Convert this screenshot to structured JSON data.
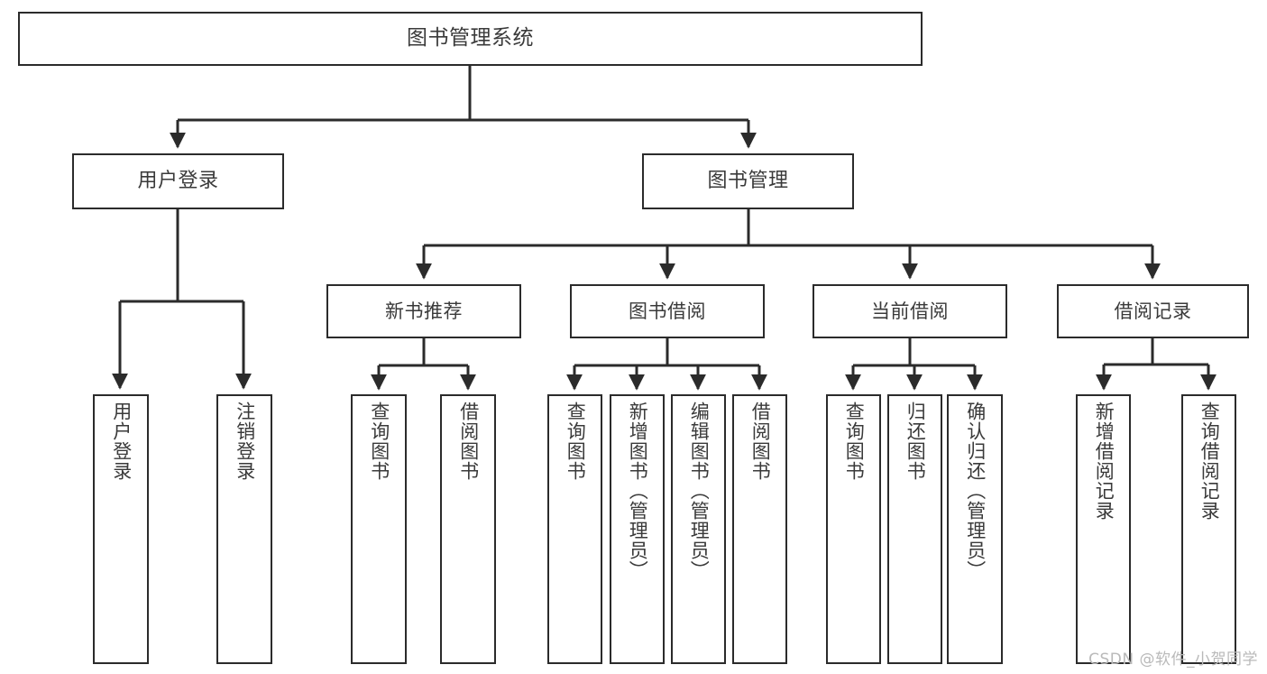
{
  "diagram": {
    "title": "图书管理系统",
    "watermark": "CSDN @软件_小贺同学",
    "stroke_color": "#2b2b2b",
    "text_color": "#3a3a3a",
    "background_color": "#ffffff",
    "root": {
      "label": "图书管理系统"
    },
    "level2": [
      {
        "label": "用户登录"
      },
      {
        "label": "图书管理"
      }
    ],
    "level3": [
      {
        "label": "新书推荐"
      },
      {
        "label": "图书借阅"
      },
      {
        "label": "当前借阅"
      },
      {
        "label": "借阅记录"
      }
    ],
    "leaves": {
      "user_login": [
        {
          "label": "用户登录"
        },
        {
          "label": "注销登录"
        }
      ],
      "new_book_recommend": [
        {
          "label": "查询图书"
        },
        {
          "label": "借阅图书"
        }
      ],
      "book_borrow": [
        {
          "label": "查询图书"
        },
        {
          "label": "新增图书（管理员）"
        },
        {
          "label": "编辑图书（管理员）"
        },
        {
          "label": "借阅图书"
        }
      ],
      "current_borrow": [
        {
          "label": "查询图书"
        },
        {
          "label": "归还图书"
        },
        {
          "label": "确认归还（管理员）"
        }
      ],
      "borrow_record": [
        {
          "label": "新增借阅记录"
        },
        {
          "label": "查询借阅记录"
        }
      ]
    }
  }
}
